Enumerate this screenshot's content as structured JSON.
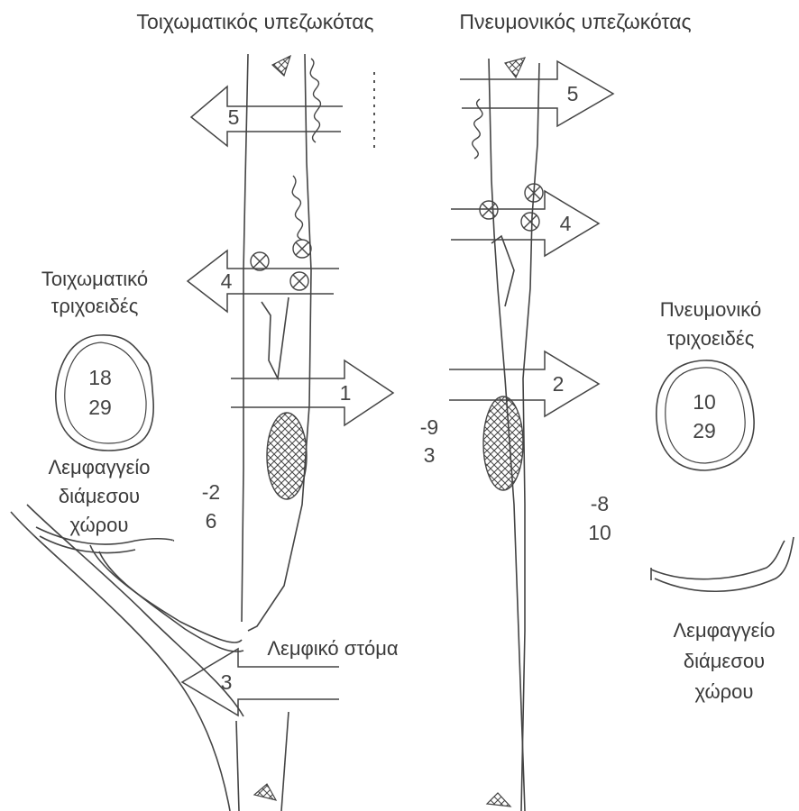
{
  "titles": {
    "left": "Τοιχωματικός υπεζωκότας",
    "right": "Πνευμονικός υπεζωκότας"
  },
  "left_capillary": {
    "line1": "Τοιχωματικό",
    "line2": "τριχοειδές",
    "value_top": "18",
    "value_bottom": "29"
  },
  "right_capillary": {
    "line1": "Πνευμονικό",
    "line2": "τριχοειδές",
    "value_top": "10",
    "value_bottom": "29"
  },
  "left_lymph": {
    "line1": "Λεμφαγγείο",
    "line2": "διάμεσου",
    "line3": "χώρου"
  },
  "right_lymph": {
    "line1": "Λεμφαγγείο",
    "line2": "διάμεσου",
    "line3": "χώρου"
  },
  "lymph_stoma": "Λεμφικό στόμα",
  "interstitial_left": {
    "top": "-2",
    "bottom": "6"
  },
  "pleural_space": {
    "top": "-9",
    "bottom": "3"
  },
  "interstitial_right": {
    "top": "-8",
    "bottom": "10"
  },
  "arrows": {
    "a1": "1",
    "a2": "2",
    "a3": "3",
    "a4_left": "4",
    "a4_right": "4",
    "a5_left": "5",
    "a5_right": "5"
  }
}
